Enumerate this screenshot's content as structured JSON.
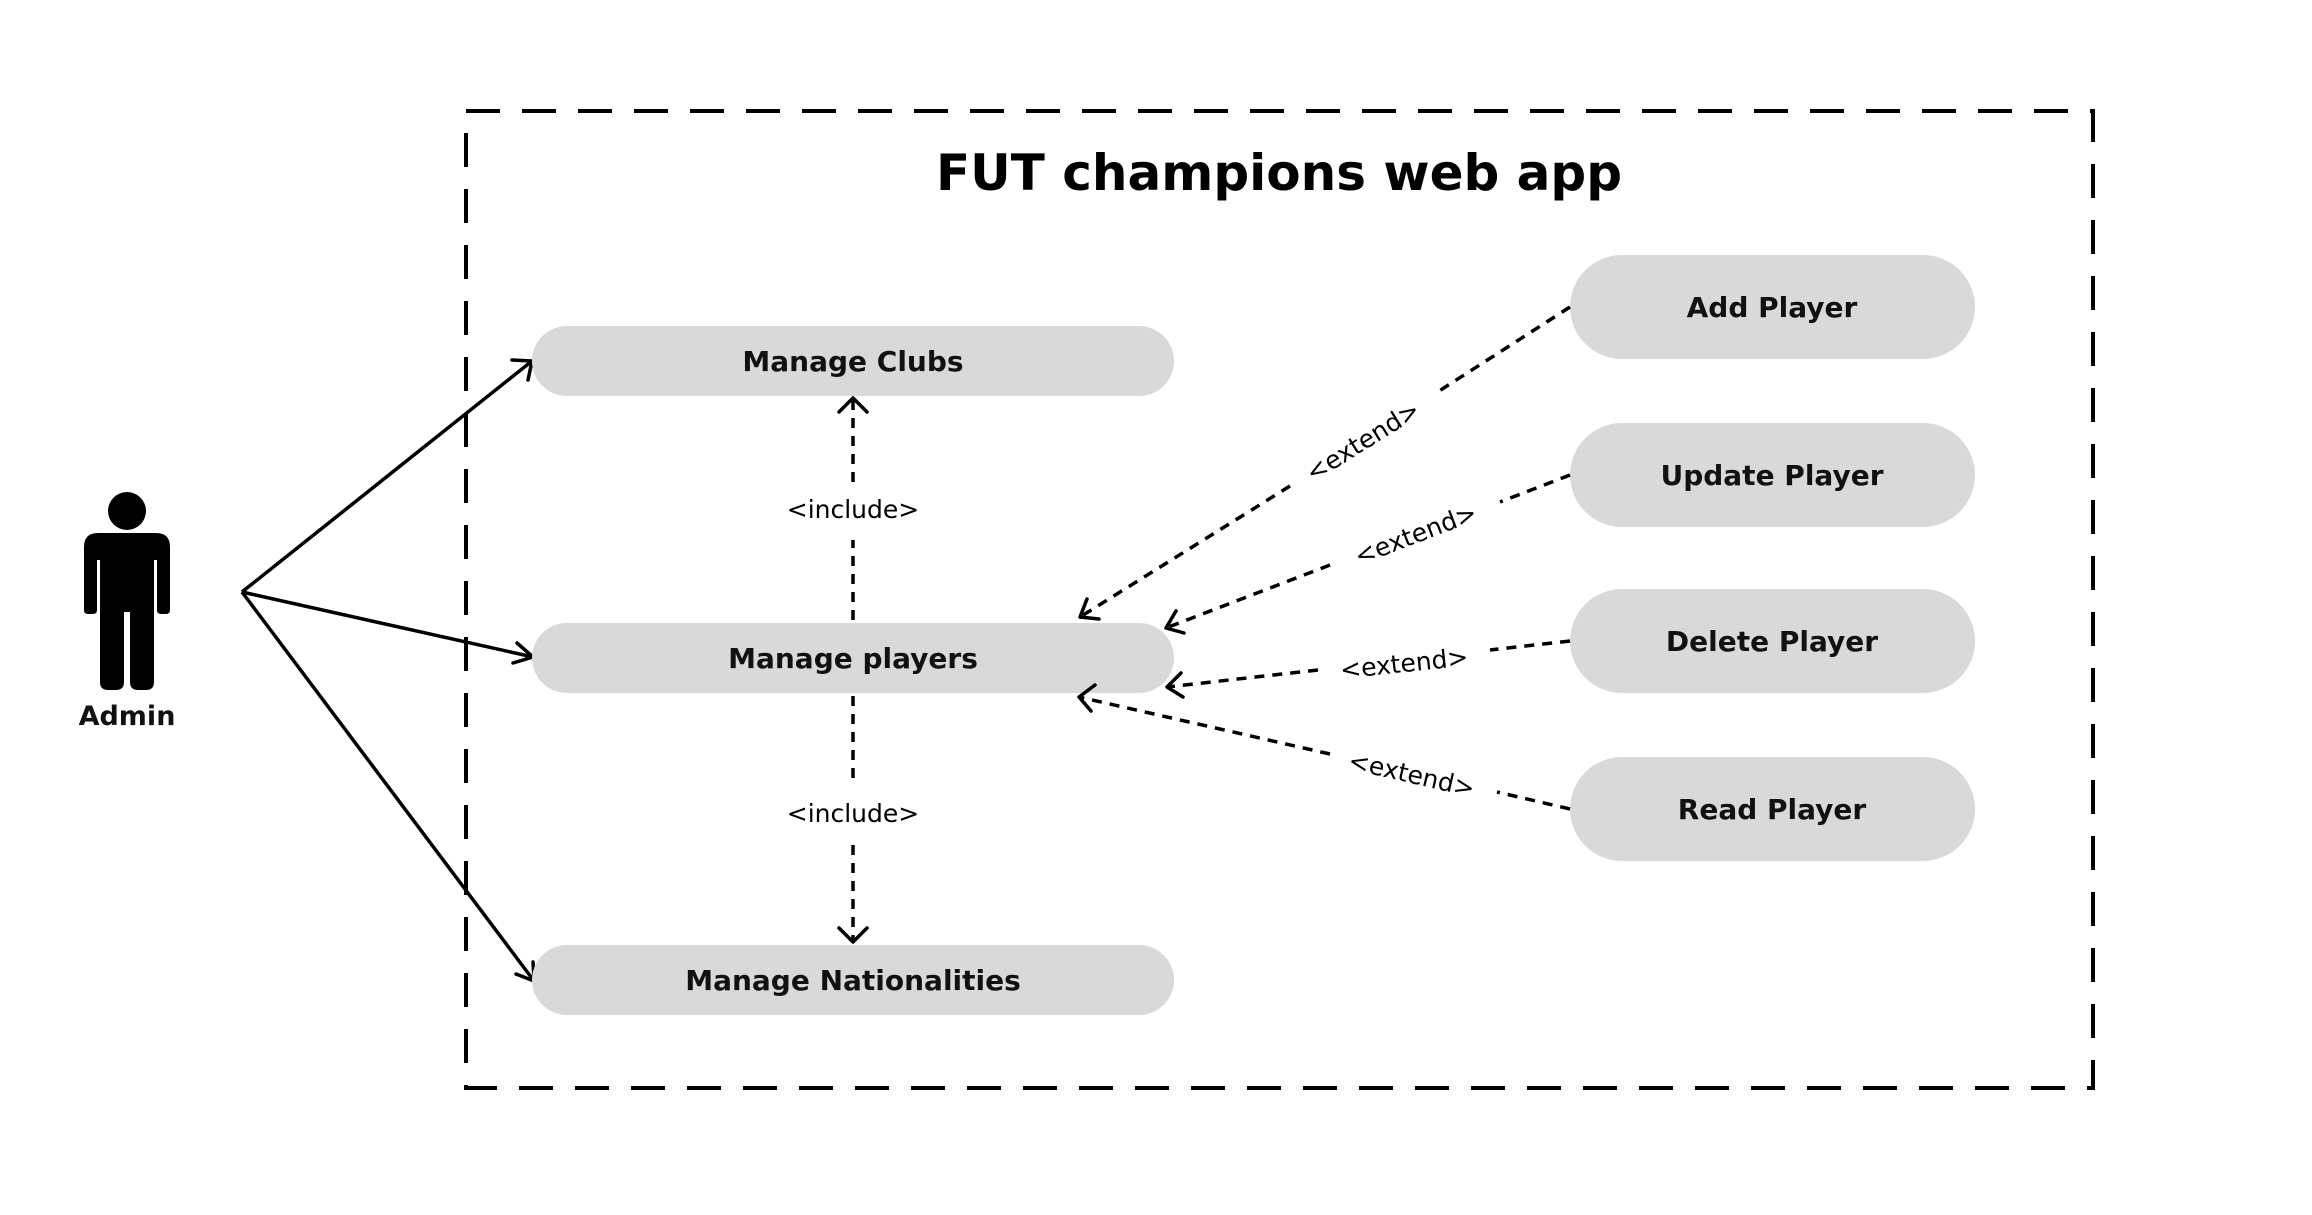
{
  "title": "FUT champions web app",
  "actor": {
    "label": "Admin"
  },
  "use_cases": {
    "manage_clubs": "Manage Clubs",
    "manage_players": "Manage players",
    "manage_nationalities": "Manage Nationalities",
    "add_player": "Add Player",
    "update_player": "Update Player",
    "delete_player": "Delete Player",
    "read_player": "Read Player"
  },
  "relations": {
    "include_top": "<include>",
    "include_bottom": "<include>",
    "extend_add": "<extend>",
    "extend_update": "<extend>",
    "extend_delete": "<extend>",
    "extend_read": "<extend>"
  },
  "colors": {
    "use_case_fill": "#d9d9d9",
    "line": "#000000"
  }
}
